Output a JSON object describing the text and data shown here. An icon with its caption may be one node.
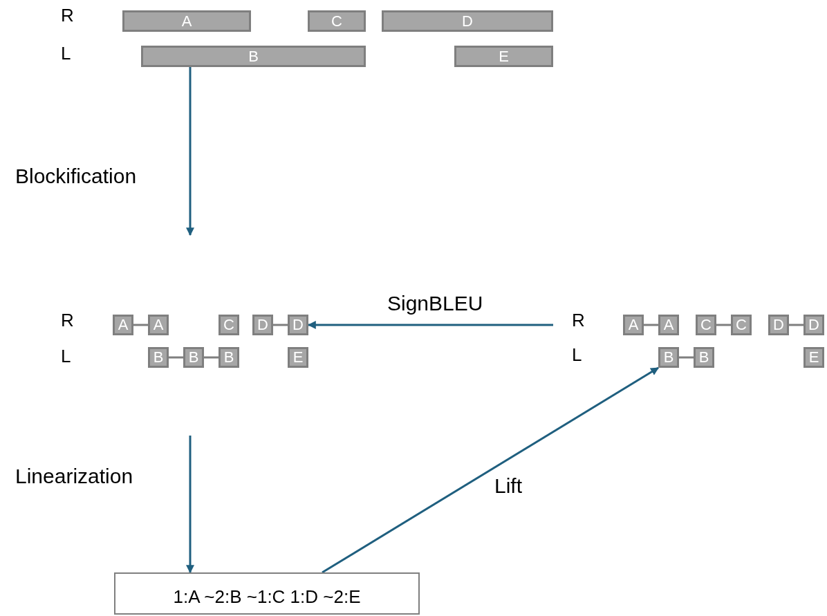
{
  "diagram": {
    "nodes": [
      {
        "text": [
          "A"
        ]
      },
      {
        "text": [
          "C"
        ]
      },
      {
        "text": [
          "D"
        ]
      },
      {
        "text": [
          "B"
        ]
      },
      {
        "text": [
          "E"
        ]
      },
      {
        "text": [
          "A"
        ]
      },
      {
        "text": [
          "A"
        ]
      },
      {
        "text": [
          "C"
        ]
      },
      {
        "text": [
          "D"
        ]
      },
      {
        "text": [
          "D"
        ]
      },
      {
        "text": [
          "B"
        ]
      },
      {
        "text": [
          "B"
        ]
      },
      {
        "text": [
          "B"
        ]
      },
      {
        "text": [
          "E"
        ]
      },
      {
        "text": [
          "A"
        ]
      },
      {
        "text": [
          "A"
        ]
      },
      {
        "text": [
          "C"
        ]
      },
      {
        "text": [
          "C"
        ]
      },
      {
        "text": [
          "D"
        ]
      },
      {
        "text": [
          "D"
        ]
      },
      {
        "text": [
          "B"
        ]
      },
      {
        "text": [
          "B"
        ]
      },
      {
        "text": [
          "E"
        ]
      },
      {
        "text": [
          "1:A ~2:B ~1:C 1:D ~2:E"
        ]
      }
    ],
    "edges": [
      {
        "from": 5,
        "to": 6,
        "arrow": "none"
      },
      {
        "from": 8,
        "to": 9,
        "arrow": "none"
      },
      {
        "from": 10,
        "to": 11,
        "arrow": "none"
      },
      {
        "from": 11,
        "to": 12,
        "arrow": "none"
      },
      {
        "from": 14,
        "to": 15,
        "arrow": "none"
      },
      {
        "from": 16,
        "to": 17,
        "arrow": "none"
      },
      {
        "from": 18,
        "to": 19,
        "arrow": "none"
      },
      {
        "from": 20,
        "to": 21,
        "arrow": "none"
      },
      {
        "from": 3,
        "to": null,
        "arrow": "to",
        "label": "Blockification",
        "color": "#1f5f7f"
      },
      {
        "from": null,
        "to": 9,
        "arrow": "to",
        "label": "SignBLEU",
        "color": "#1f5f7f"
      },
      {
        "from": null,
        "to": 23,
        "arrow": "to",
        "label": "Linearization",
        "color": "#1f5f7f"
      },
      {
        "from": 23,
        "to": 20,
        "arrow": "to",
        "label": "Lift",
        "color": "#1f5f7f"
      }
    ],
    "labels": [
      "R",
      "L",
      "R",
      "L",
      "R",
      "L"
    ]
  }
}
